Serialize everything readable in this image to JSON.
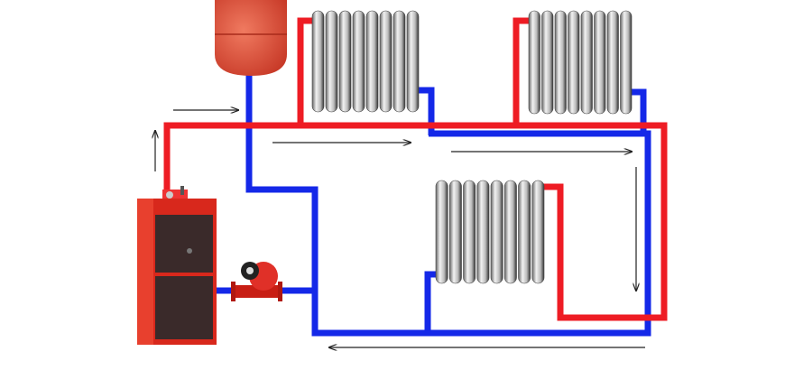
{
  "diagram": {
    "colors": {
      "supply": "#ee1c24",
      "return": "#1428e8",
      "boiler": "#d8281c",
      "tank": "#e0503a",
      "radiator": "#d0d0d0",
      "arrow": "#222222"
    },
    "components": [
      "boiler",
      "expansion-tank",
      "circulation-pump",
      "radiator",
      "radiator",
      "radiator"
    ]
  }
}
